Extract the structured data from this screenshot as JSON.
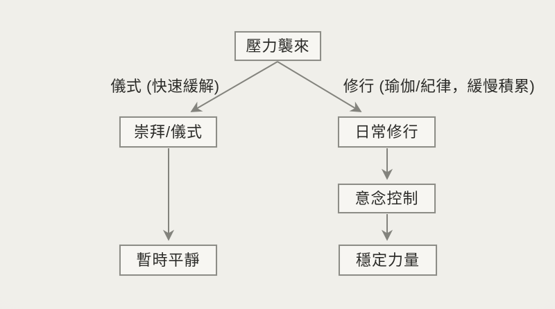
{
  "diagram": {
    "root": {
      "label": "壓力襲來"
    },
    "branch_labels": {
      "left": "儀式 (快速緩解)",
      "right": "修行 (瑜伽/紀律，緩慢積累)"
    },
    "left_path": {
      "node1": "崇拜/儀式",
      "node2": "暫時平靜"
    },
    "right_path": {
      "node1": "日常修行",
      "node2": "意念控制",
      "node3": "穩定力量"
    },
    "colors": {
      "background": "#f0efea",
      "box_fill": "#f7f6f2",
      "box_border": "#8d8d87",
      "text": "#2b2b28",
      "arrow": "#83837d"
    }
  }
}
